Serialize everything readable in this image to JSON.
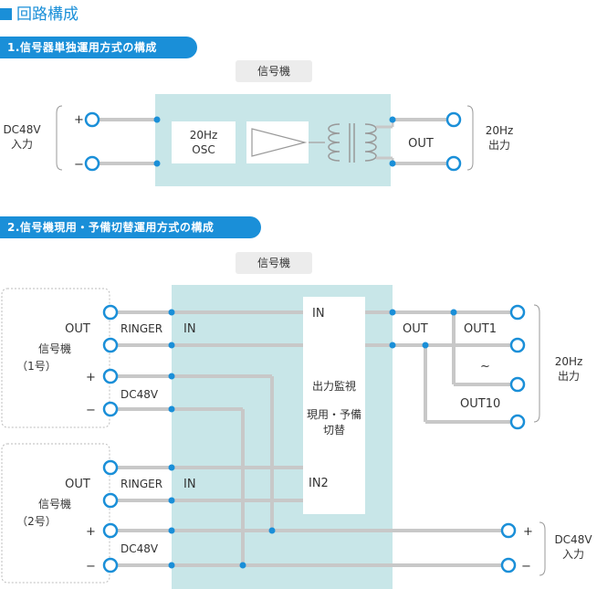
{
  "header": {
    "title": "回路構成"
  },
  "section1": {
    "title": "1.信号器単独運用方式の構成",
    "device_label": "信号機",
    "input_label": [
      "DC48V",
      "入力"
    ],
    "plus": "+",
    "minus": "−",
    "osc_label": [
      "20Hz",
      "OSC"
    ],
    "out_label": "OUT",
    "output_label": [
      "20Hz",
      "出力"
    ]
  },
  "section2": {
    "title": "2.信号機現用・予備切替運用方式の構成",
    "device_label": "信号機",
    "unit1_label": [
      "信号機",
      "（1号）"
    ],
    "unit2_label": [
      "信号機",
      "（2号）"
    ],
    "out": "OUT",
    "ringer": "RINGER",
    "in": "IN",
    "in2": "IN2",
    "plus": "+",
    "minus": "−",
    "dc48v": "DC48V",
    "monitor_label": "出力監視",
    "switch_label": [
      "現用・予備",
      "切替"
    ],
    "out1": "OUT1",
    "tilde": "~",
    "out10": "OUT10",
    "output_label": [
      "20Hz",
      "出力"
    ],
    "input_label": [
      "DC48V",
      "入力"
    ]
  },
  "colors": {
    "accent": "#1a8fd8",
    "device_fill": "#c8e6e8",
    "wire": "#c8c8c8",
    "label_bg": "#ececec"
  }
}
